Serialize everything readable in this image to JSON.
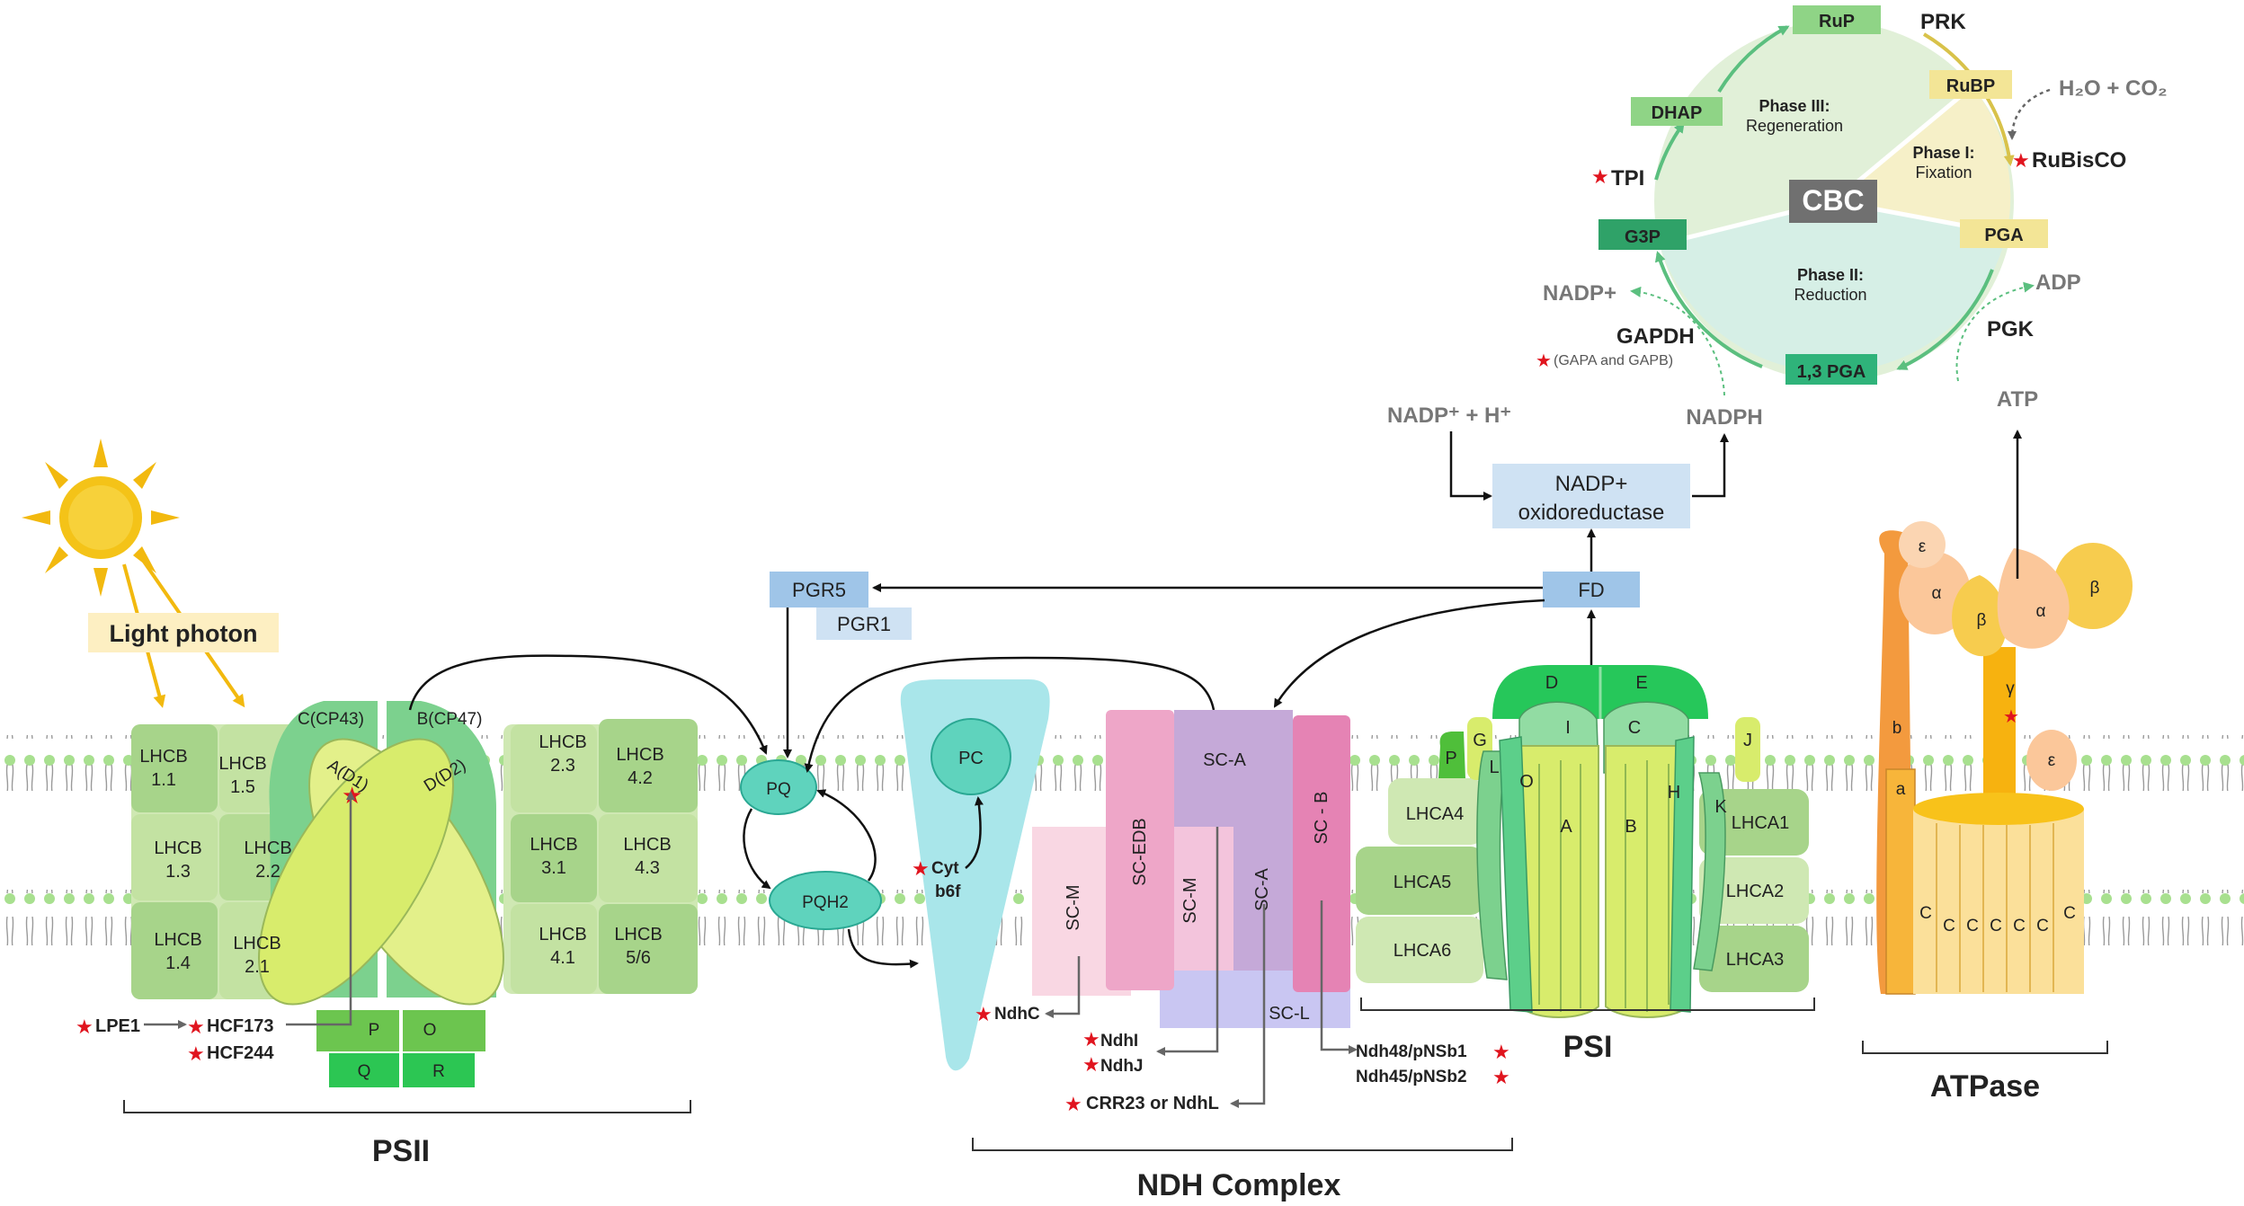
{
  "light": {
    "label": "Light photon"
  },
  "psii": {
    "title": "PSII",
    "lhcb": [
      "LHCB 1.1",
      "LHCB 1.5",
      "LHCB 1.3",
      "LHCB 2.2",
      "LHCB 1.4",
      "LHCB 2.1",
      "LHCB 2.3",
      "LHCB 4.2",
      "LHCB 3.1",
      "LHCB 4.3",
      "LHCB 4.1",
      "LHCB 5/6"
    ],
    "core": {
      "c": "C(CP43)",
      "b": "B(CP47)",
      "a": "A(D1)",
      "d": "D(D2)",
      "p": "P",
      "o": "O",
      "q": "Q",
      "r": "R"
    },
    "factors": {
      "lpe1": "LPE1",
      "hcf173": "HCF173",
      "hcf244": "HCF244"
    }
  },
  "carriers": {
    "pq": "PQ",
    "pqh2": "PQH2",
    "pgr5": "PGR5",
    "pgr1": "PGR1",
    "cyt": "Cyt",
    "cyt_sub": "b6f",
    "pc": "PC"
  },
  "ndh": {
    "title": "NDH Complex",
    "subunits": {
      "sca_top": "SC-A",
      "scedb": "SC-EDB",
      "scm_left": "SC-M",
      "scm_mid": "SC-M",
      "sca_mid": "SC-A",
      "scb": "SC - B",
      "scl": "SC-L"
    },
    "factors": {
      "ndhc": "NdhC",
      "ndhi": "NdhI",
      "ndhj": "NdhJ",
      "crr23": "CRR23  or NdhL",
      "ndh48": "Ndh48/pNSb1",
      "ndh45": "Ndh45/pNSb2"
    }
  },
  "psi": {
    "title": "PSI",
    "lhca": [
      "LHCA4",
      "LHCA5",
      "LHCA6",
      "LHCA1",
      "LHCA2",
      "LHCA3"
    ],
    "subunits": {
      "d": "D",
      "e": "E",
      "i": "I",
      "c": "C",
      "g": "G",
      "j": "J",
      "p": "P",
      "l": "L",
      "o": "O",
      "a": "A",
      "b": "B",
      "h": "H",
      "k": "K"
    }
  },
  "fd": {
    "label": "FD"
  },
  "fnr": {
    "line1": "NADP+",
    "line2": "oxidoreductase"
  },
  "nadp_in": "NADP⁺ + H⁺",
  "nadph": "NADPH",
  "atpase": {
    "title": "ATPase",
    "atp": "ATP",
    "adp": "ADP",
    "eps_top": "ε",
    "alpha1": "α",
    "beta1": "β",
    "beta2": "β",
    "alpha2": "α",
    "gamma": "γ",
    "eps2": "ε",
    "b": "b",
    "a": "a",
    "c": [
      "C",
      "C",
      "C",
      "C",
      "C",
      "C",
      "C"
    ]
  },
  "cbc": {
    "title": "CBC",
    "rup": "RuP",
    "prk": "PRK",
    "rubp": "RuBP",
    "h2o_co2": "H₂O + CO₂",
    "rubisco": "RuBisCO",
    "phase1_a": "Phase I:",
    "phase1_b": "Fixation",
    "phase2_a": "Phase II:",
    "phase2_b": "Reduction",
    "phase3_a": "Phase III:",
    "phase3_b": "Regeneration",
    "pga": "PGA",
    "pgk": "PGK",
    "pga13": "1,3 PGA",
    "g3p": "G3P",
    "dhap": "DHAP",
    "tpi": "TPI",
    "gapdh": "GAPDH",
    "gapdh_sub": "(GAPA and GAPB)",
    "nadp_plus": "NADP+"
  },
  "colors": {
    "membrane_head": "#a8e08f",
    "accent_red": "#e0141e",
    "lhcb": "#bfe09a",
    "fd": "#9fc5e8",
    "cbc_ring": "#5fc08a"
  }
}
